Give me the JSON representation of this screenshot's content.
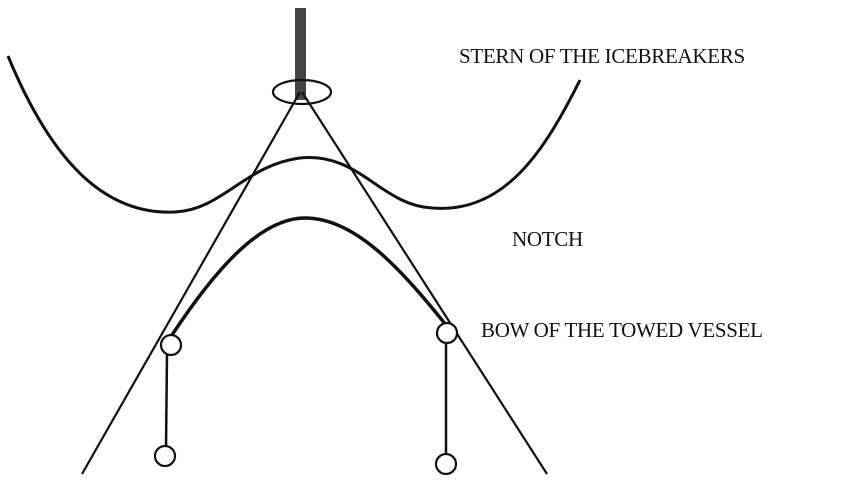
{
  "labels": {
    "stern": "STERN OF THE ICEBREAKERS",
    "notch": "NOTCH",
    "bow": "BOW OF THE TOWED VESSEL"
  },
  "colors": {
    "line": "#111111",
    "mast": "#444444",
    "background": "#ffffff"
  }
}
